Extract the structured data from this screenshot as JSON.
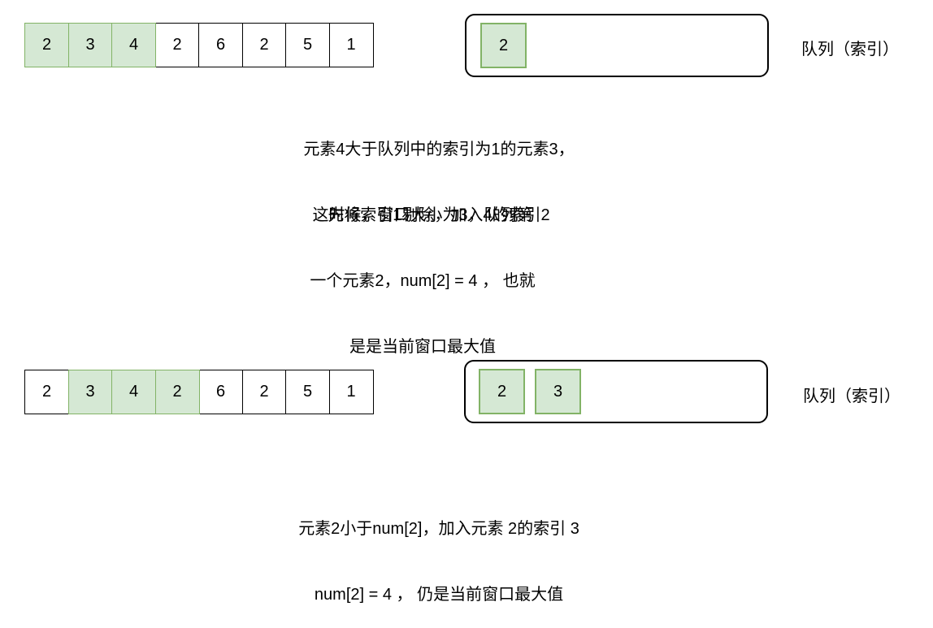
{
  "step1": {
    "array": [
      {
        "value": "2",
        "highlighted": true
      },
      {
        "value": "3",
        "highlighted": true
      },
      {
        "value": "4",
        "highlighted": true
      },
      {
        "value": "2",
        "highlighted": false
      },
      {
        "value": "6",
        "highlighted": false
      },
      {
        "value": "2",
        "highlighted": false
      },
      {
        "value": "5",
        "highlighted": false
      },
      {
        "value": "1",
        "highlighted": false
      }
    ],
    "queue": [
      "2"
    ],
    "queue_label": "队列（索引）",
    "note1_lines": [
      "元素4大于队列中的索引为1的元素3，",
      "先将索引1剔除，加入4的索引2"
    ],
    "note2_lines": [
      "这时候，窗口大小为3，队列第",
      "一个元素2，num[2] = 4 ， 也就",
      "是是当前窗口最大值"
    ]
  },
  "step2": {
    "array": [
      {
        "value": "2",
        "highlighted": false
      },
      {
        "value": "3",
        "highlighted": true
      },
      {
        "value": "4",
        "highlighted": true
      },
      {
        "value": "2",
        "highlighted": true
      },
      {
        "value": "6",
        "highlighted": false
      },
      {
        "value": "2",
        "highlighted": false
      },
      {
        "value": "5",
        "highlighted": false
      },
      {
        "value": "1",
        "highlighted": false
      }
    ],
    "queue": [
      "2",
      "3"
    ],
    "queue_label": "队列（索引）",
    "note_lines": [
      "元素2小于num[2]，加入元素 2的索引 3",
      "num[2] = 4 ， 仍是当前窗口最大值"
    ]
  },
  "colors": {
    "highlight_fill": "#d5e8d4",
    "highlight_stroke": "#82b366"
  }
}
